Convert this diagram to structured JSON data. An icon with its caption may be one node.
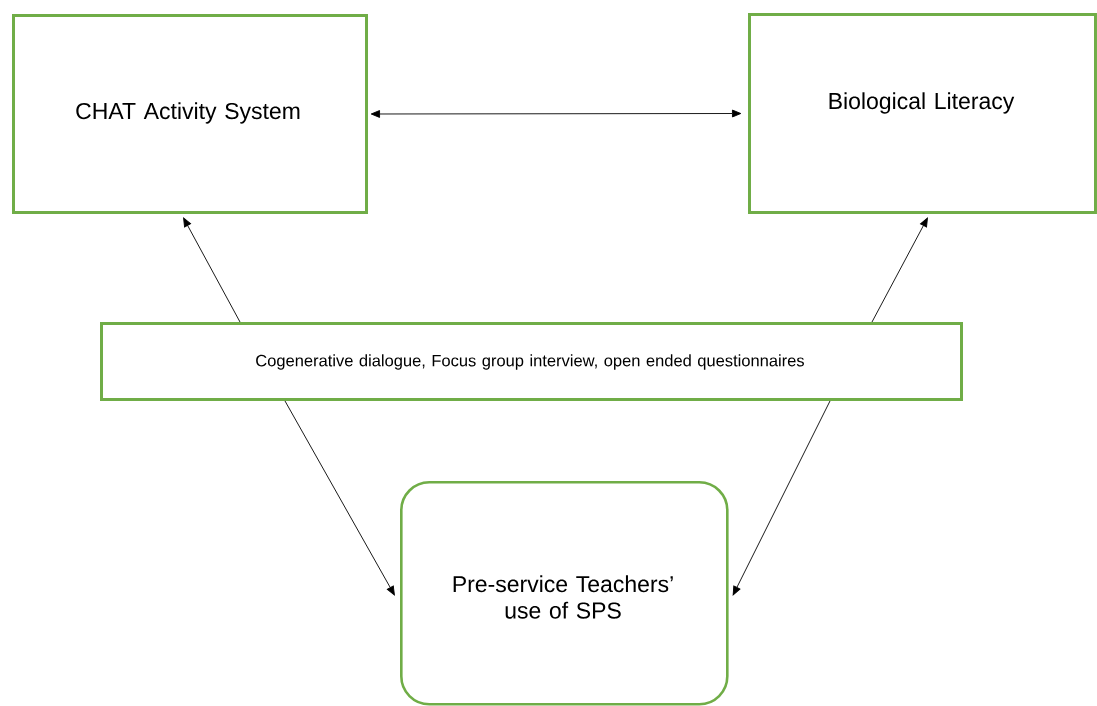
{
  "diagram": {
    "nodes": [
      {
        "text": [
          "CHAT Activity System"
        ]
      },
      {
        "text": [
          "Biological Literacy"
        ]
      },
      {
        "text": [
          "Cogenerative dialogue, Focus group interview, open ended questionnaires"
        ]
      },
      {
        "text": [
          "Pre-service Teachers’ use of SPS"
        ]
      }
    ],
    "edges": [
      {
        "from": 0,
        "to": 1,
        "arrow": "both"
      },
      {
        "from": 2,
        "to": 0,
        "arrow": "to"
      },
      {
        "from": 2,
        "to": 1,
        "arrow": "to"
      },
      {
        "from": 2,
        "to": 3,
        "arrow": "to"
      },
      {
        "from": 2,
        "to": 3,
        "arrow": "to"
      }
    ]
  }
}
